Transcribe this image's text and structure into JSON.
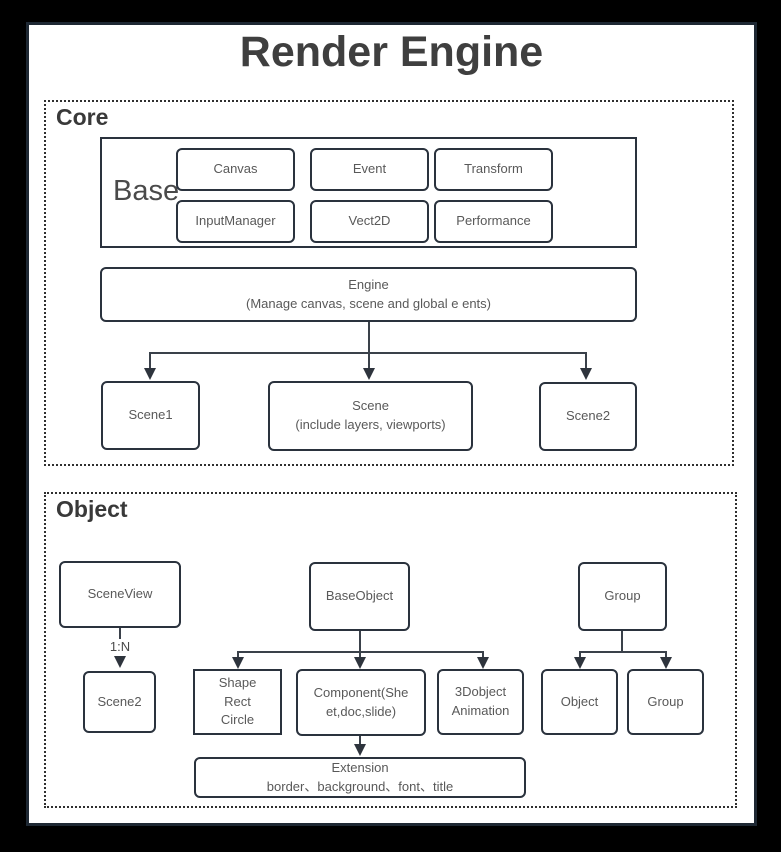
{
  "title": "Render Engine",
  "core": {
    "label": "Core",
    "base": {
      "label": "Base",
      "modules": [
        "Canvas",
        "Event",
        "Transform",
        "InputManager",
        "Vect2D",
        "Performance"
      ]
    },
    "engine": {
      "name": "Engine",
      "description": "(Manage canvas, scene and global e ents)"
    },
    "scene1": "Scene1",
    "scene_mid": {
      "name": "Scene",
      "description": "(include layers, viewports)"
    },
    "scene2": "Scene2"
  },
  "object": {
    "label": "Object",
    "scene_view": "SceneView",
    "relation": "1:N",
    "scene2": "Scene2",
    "base_object": "BaseObject",
    "group": "Group",
    "shape": {
      "lines": [
        "Shape",
        "Rect",
        "Circle"
      ]
    },
    "component": {
      "lines": [
        "Component(She",
        "et,doc,slide)"
      ]
    },
    "threed_object": {
      "lines": [
        "3Dobject",
        "Animation"
      ]
    },
    "object_child": "Object",
    "group_child": "Group",
    "extension": {
      "name": "Extension",
      "description": "border、background、font、title"
    }
  }
}
